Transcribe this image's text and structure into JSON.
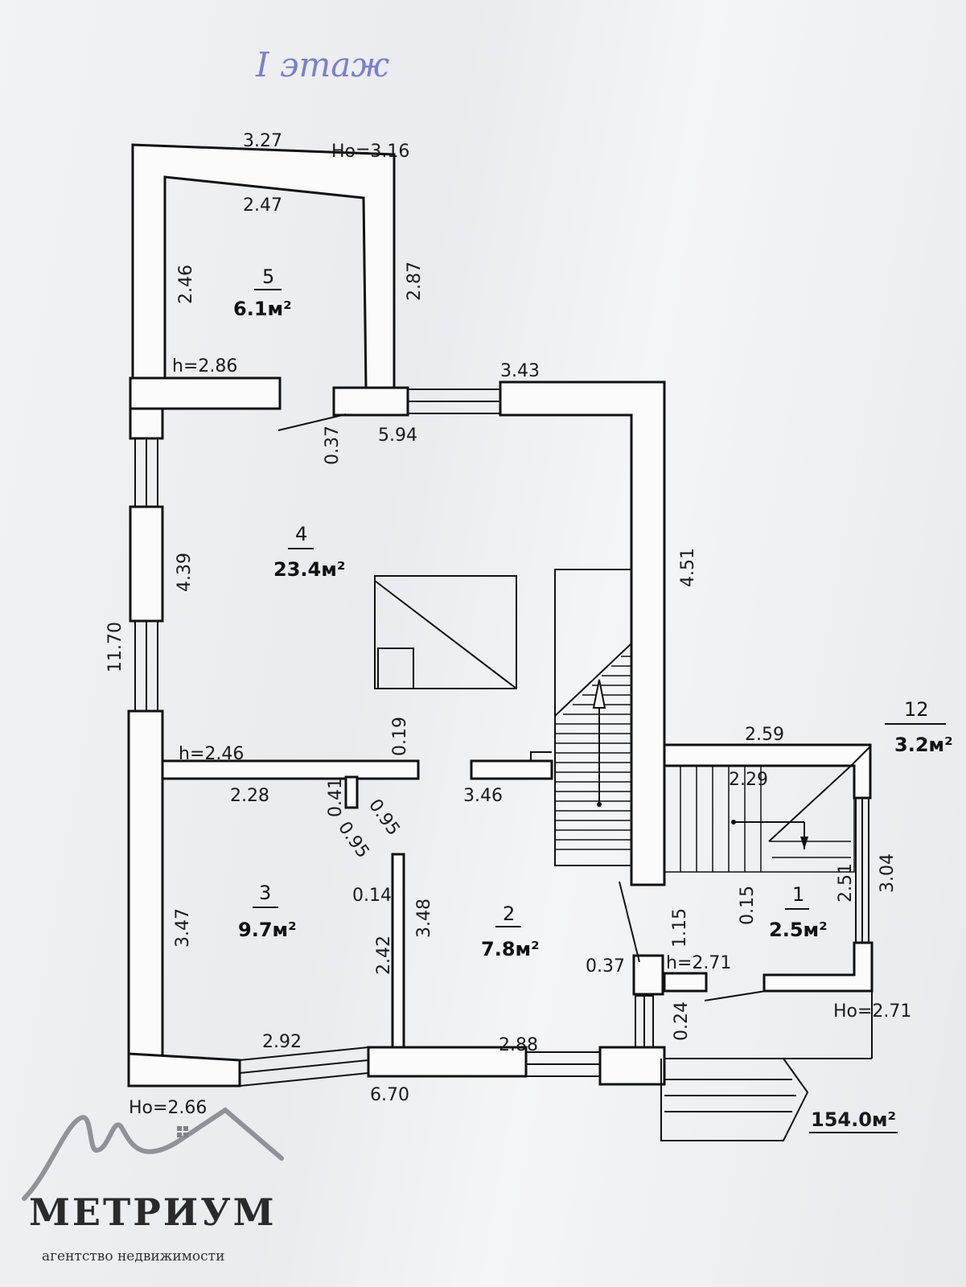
{
  "floor_title": "I этаж",
  "colors": {
    "ink": "#111111",
    "handwriting": "#7a80c8",
    "paper": "#eef0f2"
  },
  "rooms": [
    {
      "number": "5",
      "area": "6.1м²"
    },
    {
      "number": "4",
      "area": "23.4м²"
    },
    {
      "number": "3",
      "area": "9.7м²"
    },
    {
      "number": "2",
      "area": "7.8м²"
    },
    {
      "number": "1",
      "area": "2.5м²"
    },
    {
      "number": "12",
      "area": "3.2м²"
    }
  ],
  "heights": {
    "room5_outer": "Hо=3.16",
    "room5_inner": "h=2.86",
    "room4": "h=2.46",
    "room1": "h=2.71",
    "outer_right": "Hо=2.71",
    "outer_left": "Hо=2.66"
  },
  "dimensions": {
    "d_3_27": "3.27",
    "d_2_47": "2.47",
    "d_2_46": "2.46",
    "d_2_87": "2.87",
    "d_3_43": "3.43",
    "d_0_37a": "0.37",
    "d_5_94": "5.94",
    "d_4_51": "4.51",
    "d_4_39": "4.39",
    "d_11_70": "11.70",
    "d_0_19": "0.19",
    "d_2_28": "2.28",
    "d_0_41": "0.41",
    "d_0_95a": "0.95",
    "d_0_95b": "0.95",
    "d_3_46": "3.46",
    "d_2_59": "2.59",
    "d_2_29": "2.29",
    "d_3_04": "3.04",
    "d_2_51": "2.51",
    "d_0_15": "0.15",
    "d_0_14": "0.14",
    "d_3_48": "3.48",
    "d_3_47": "3.47",
    "d_2_42": "2.42",
    "d_1_15": "1.15",
    "d_0_37b": "0.37",
    "d_0_24": "0.24",
    "d_2_92": "2.92",
    "d_2_88": "2.88",
    "d_6_70": "6.70"
  },
  "total_area": "154.0м²",
  "logo": {
    "name": "МЕТРИУМ",
    "subtitle": "агентство недвижимости"
  }
}
